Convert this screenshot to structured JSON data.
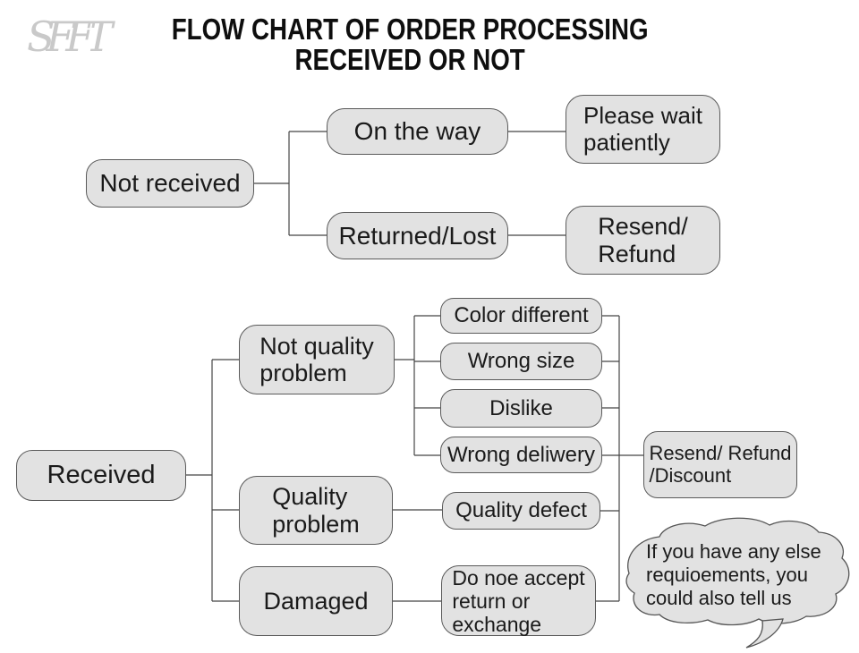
{
  "logo": "SFFT",
  "title": {
    "line1": "FLOW CHART OF ORDER PROCESSING",
    "line2": "RECEIVED OR NOT"
  },
  "colors": {
    "box_fill": "#e2e2e2",
    "box_border": "#5a5a5a",
    "connector": "#454545",
    "text": "#1a1a1a",
    "logo": "#c9c9c9",
    "background": "#ffffff"
  },
  "nodes": {
    "not_received": "Not received",
    "on_the_way": "On the way",
    "please_wait": "Please wait\npatiently",
    "returned_lost": "Returned/Lost",
    "resend_refund": "Resend/\nRefund",
    "received": "Received",
    "not_quality_problem": "Not quality\nproblem",
    "quality_problem": "Quality\nproblem",
    "damaged": "Damaged",
    "color_different": "Color different",
    "wrong_size": "Wrong size",
    "dislike": "Dislike",
    "wrong_delivery": "Wrong deliwery",
    "quality_defect": "Quality defect",
    "do_not_accept": "Do noe accept\nreturn or\nexchange",
    "resend_refund_discount": "Resend/ Refund\n/Discount"
  },
  "speech_bubble": "If you have any else\nrequioements, you\ncould also tell us",
  "edges": [
    {
      "from": "Not received",
      "to": "On the way"
    },
    {
      "from": "Not received",
      "to": "Returned/Lost"
    },
    {
      "from": "On the way",
      "to": "Please wait patiently"
    },
    {
      "from": "Returned/Lost",
      "to": "Resend/ Refund"
    },
    {
      "from": "Received",
      "to": "Not quality problem"
    },
    {
      "from": "Received",
      "to": "Quality problem"
    },
    {
      "from": "Received",
      "to": "Damaged"
    },
    {
      "from": "Not quality problem",
      "to": "Color different"
    },
    {
      "from": "Not quality problem",
      "to": "Wrong size"
    },
    {
      "from": "Not quality problem",
      "to": "Dislike"
    },
    {
      "from": "Not quality problem",
      "to": "Wrong deliwery"
    },
    {
      "from": "Quality problem",
      "to": "Quality defect"
    },
    {
      "from": "Damaged",
      "to": "Do noe accept return or exchange"
    },
    {
      "from": "Color different",
      "to": "Resend/ Refund /Discount"
    },
    {
      "from": "Wrong size",
      "to": "Resend/ Refund /Discount"
    },
    {
      "from": "Dislike",
      "to": "Resend/ Refund /Discount"
    },
    {
      "from": "Wrong deliwery",
      "to": "Resend/ Refund /Discount"
    },
    {
      "from": "Quality defect",
      "to": "Resend/ Refund /Discount"
    },
    {
      "from": "Do noe accept return or exchange",
      "to": "Resend/ Refund /Discount"
    }
  ]
}
